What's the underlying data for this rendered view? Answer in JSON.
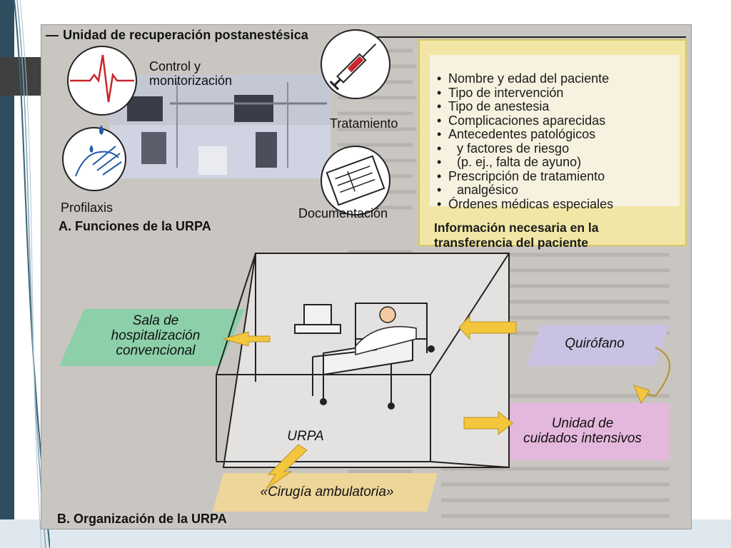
{
  "figure": {
    "title_dash": "—",
    "title": "Unidad de recuperación postanestésica",
    "section_a": {
      "caption": "A. Funciones de la URPA",
      "functions": {
        "monitoring": "Control y monitorización",
        "treatment": "Tratamiento",
        "prophylaxis": "Profilaxis",
        "documentation": "Documentación"
      }
    },
    "info_box": {
      "items": [
        "Nombre y edad del paciente",
        "Tipo de intervención",
        "Tipo de anestesia",
        "Complicaciones aparecidas",
        "Antecedentes patológicos",
        "y factores de riesgo",
        "(p. ej., falta de ayuno)",
        "Prescripción de tratamiento",
        "analgésico",
        "Órdenes médicas especiales"
      ],
      "caption_line1": "Información necesaria en la",
      "caption_line2": "transferencia del paciente"
    },
    "section_b": {
      "caption": "B. Organización de la URPA",
      "center_label": "URPA",
      "ward_line1": "Sala de",
      "ward_line2": "hospitalización",
      "ward_line3": "convencional",
      "operating_room": "Quirófano",
      "icu_line1": "Unidad de",
      "icu_line2": "cuidados intensivos",
      "ambulatory": "«Cirugía ambulatoria»"
    }
  },
  "colors": {
    "slide_band": "#2e4d5e",
    "scan_background": "#c9c6c2",
    "info_box": "#f1e6a6",
    "arrow": "#f3c63c",
    "ward_tag": "#8ccfa8",
    "operating_room_tag": "#c9c2e2",
    "icu_tag": "#e4b8dc",
    "ambulatory_tag": "#eed69a"
  },
  "icons": [
    "ecg-icon",
    "syringe-icon",
    "hand-drops-icon",
    "form-icon",
    "bed-icon",
    "patient-icon",
    "monitor-icon",
    "room-box-icon"
  ]
}
